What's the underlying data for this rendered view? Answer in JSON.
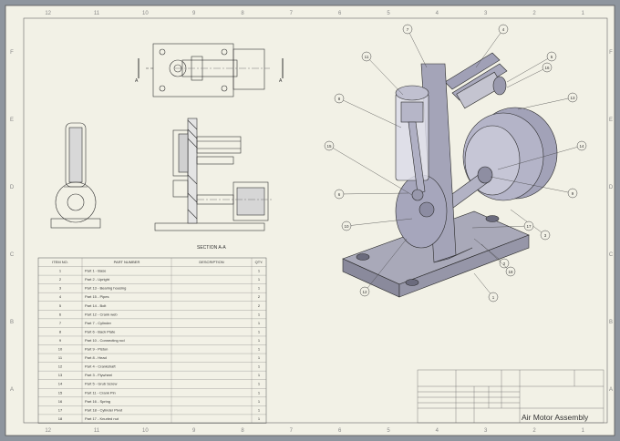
{
  "sheet": {
    "section_label": "SECTION A-A",
    "view_markers": [
      "A",
      "A"
    ],
    "frame_letters_left": [
      "F",
      "E",
      "D",
      "C",
      "B",
      "A"
    ],
    "frame_numbers_top": [
      "12",
      "11",
      "10",
      "9",
      "8",
      "7",
      "6",
      "5",
      "4",
      "3",
      "2",
      "1"
    ]
  },
  "bom": {
    "headers": [
      "ITEM NO.",
      "PART NUMBER",
      "DESCRIPTION",
      "QTY."
    ],
    "rows": [
      [
        "1",
        "Part 1 - Base",
        "",
        "1"
      ],
      [
        "2",
        "Part 2 - Upright",
        "",
        "1"
      ],
      [
        "3",
        "Part 13 - Bearing housing",
        "",
        "1"
      ],
      [
        "4",
        "Part 15 - Pipes",
        "",
        "2"
      ],
      [
        "5",
        "Part 14 - Bolt",
        "",
        "2"
      ],
      [
        "6",
        "Part 12 - Crank web",
        "",
        "1"
      ],
      [
        "7",
        "Part 7 - Cylinder",
        "",
        "1"
      ],
      [
        "8",
        "Part 6 - Back Plate",
        "",
        "1"
      ],
      [
        "9",
        "Part 10 - Connecting rod",
        "",
        "1"
      ],
      [
        "10",
        "Part 9 - Piston",
        "",
        "1"
      ],
      [
        "11",
        "Part 8 - Head",
        "",
        "1"
      ],
      [
        "12",
        "Part 4 - Crankshaft",
        "",
        "1"
      ],
      [
        "13",
        "Part 3 - Flywheel",
        "",
        "1"
      ],
      [
        "14",
        "Part 5 - Grub Screw",
        "",
        "1"
      ],
      [
        "15",
        "Part 11 - Crank Pin",
        "",
        "1"
      ],
      [
        "16",
        "Part 16 - Spring",
        "",
        "1"
      ],
      [
        "17",
        "Part 18 - Cylinder Pivot",
        "",
        "1"
      ],
      [
        "18",
        "Part 17 - Knurled nut",
        "",
        "1"
      ]
    ]
  },
  "balloons": [
    "1",
    "2",
    "3",
    "4",
    "5",
    "6",
    "7",
    "8",
    "9",
    "10",
    "11",
    "12",
    "13",
    "14",
    "15",
    "16",
    "17",
    "18"
  ],
  "title_block": {
    "title": "Air Motor Assembly"
  }
}
